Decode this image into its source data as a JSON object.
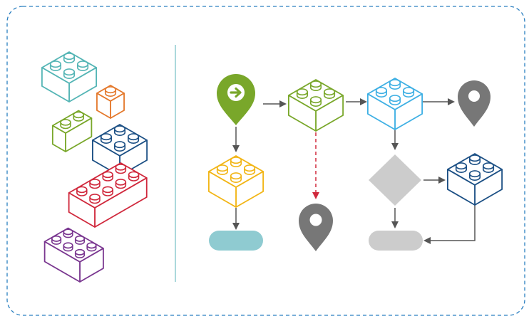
{
  "colors": {
    "frame": "#2a7fc0",
    "divider": "#8fcbd1",
    "teal": "#54b5b5",
    "orange": "#e4782b",
    "green": "#79a72a",
    "navy": "#1b4f84",
    "red": "#d0283c",
    "purple": "#7a3790",
    "yellow": "#f2b515",
    "sky": "#3fb0e4",
    "gray": "#cccccc",
    "pin_gray": "#777777",
    "arrow": "#555555",
    "dashed_arrow": "#d0283c",
    "terminal_teal": "#8fcbd1"
  },
  "legend": {
    "bricks": [
      {
        "name": "teal-brick",
        "color": "teal"
      },
      {
        "name": "orange-brick",
        "color": "orange"
      },
      {
        "name": "green-brick",
        "color": "green"
      },
      {
        "name": "navy-brick",
        "color": "navy"
      },
      {
        "name": "red-brick",
        "color": "red"
      },
      {
        "name": "purple-brick",
        "color": "purple"
      }
    ]
  },
  "flow": {
    "nodes": [
      {
        "id": "start",
        "kind": "start-pin",
        "icon": "arrow-right-icon",
        "color": "green"
      },
      {
        "id": "green-block",
        "kind": "brick",
        "color": "green"
      },
      {
        "id": "sky-block",
        "kind": "brick",
        "color": "sky"
      },
      {
        "id": "end-pin-1",
        "kind": "location-pin",
        "color": "pin_gray"
      },
      {
        "id": "yellow-block",
        "kind": "brick",
        "color": "yellow"
      },
      {
        "id": "end-pin-2",
        "kind": "location-pin",
        "color": "pin_gray"
      },
      {
        "id": "decision",
        "kind": "diamond",
        "color": "gray"
      },
      {
        "id": "navy-block",
        "kind": "brick",
        "color": "navy"
      },
      {
        "id": "terminal-teal",
        "kind": "terminal",
        "color": "terminal_teal"
      },
      {
        "id": "terminal-gray",
        "kind": "terminal",
        "color": "gray"
      }
    ],
    "edges": [
      {
        "from": "start",
        "to": "green-block",
        "style": "solid"
      },
      {
        "from": "green-block",
        "to": "sky-block",
        "style": "solid"
      },
      {
        "from": "sky-block",
        "to": "end-pin-1",
        "style": "solid"
      },
      {
        "from": "start",
        "to": "yellow-block",
        "style": "solid"
      },
      {
        "from": "yellow-block",
        "to": "terminal-teal",
        "style": "solid"
      },
      {
        "from": "green-block",
        "to": "end-pin-2",
        "style": "dashed"
      },
      {
        "from": "sky-block",
        "to": "decision",
        "style": "solid"
      },
      {
        "from": "decision",
        "to": "navy-block",
        "style": "solid"
      },
      {
        "from": "decision",
        "to": "terminal-gray",
        "style": "solid"
      },
      {
        "from": "navy-block",
        "to": "terminal-gray",
        "style": "solid"
      }
    ]
  }
}
